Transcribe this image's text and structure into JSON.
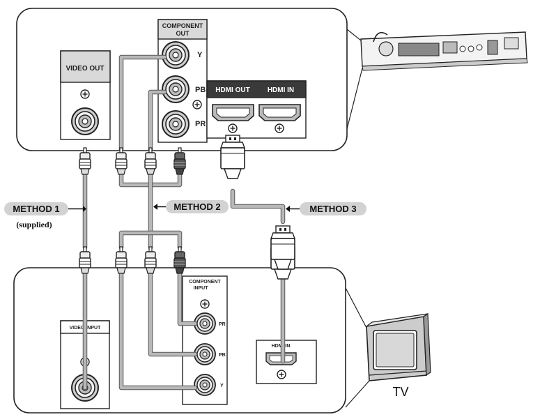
{
  "source_device": {
    "video_out_label": "VIDEO OUT",
    "component_out_label": [
      "COMPONENT",
      "OUT"
    ],
    "jack_labels": [
      "Y",
      "PB",
      "PR"
    ],
    "hdmi_out_label": "HDMI OUT",
    "hdmi_in_label": "HDMI IN"
  },
  "tv_device": {
    "video_input_label": "VIDEO INPUT",
    "component_input_label": [
      "COMPONENT",
      "INPUT"
    ],
    "jack_labels": [
      "PR",
      "PB",
      "Y"
    ],
    "hdmi_in_label": "HDMI IN",
    "tv_label": "TV"
  },
  "methods": {
    "method1": "METHOD 1",
    "method1_note": "(supplied)",
    "method2": "METHOD 2",
    "method3": "METHOD 3"
  }
}
